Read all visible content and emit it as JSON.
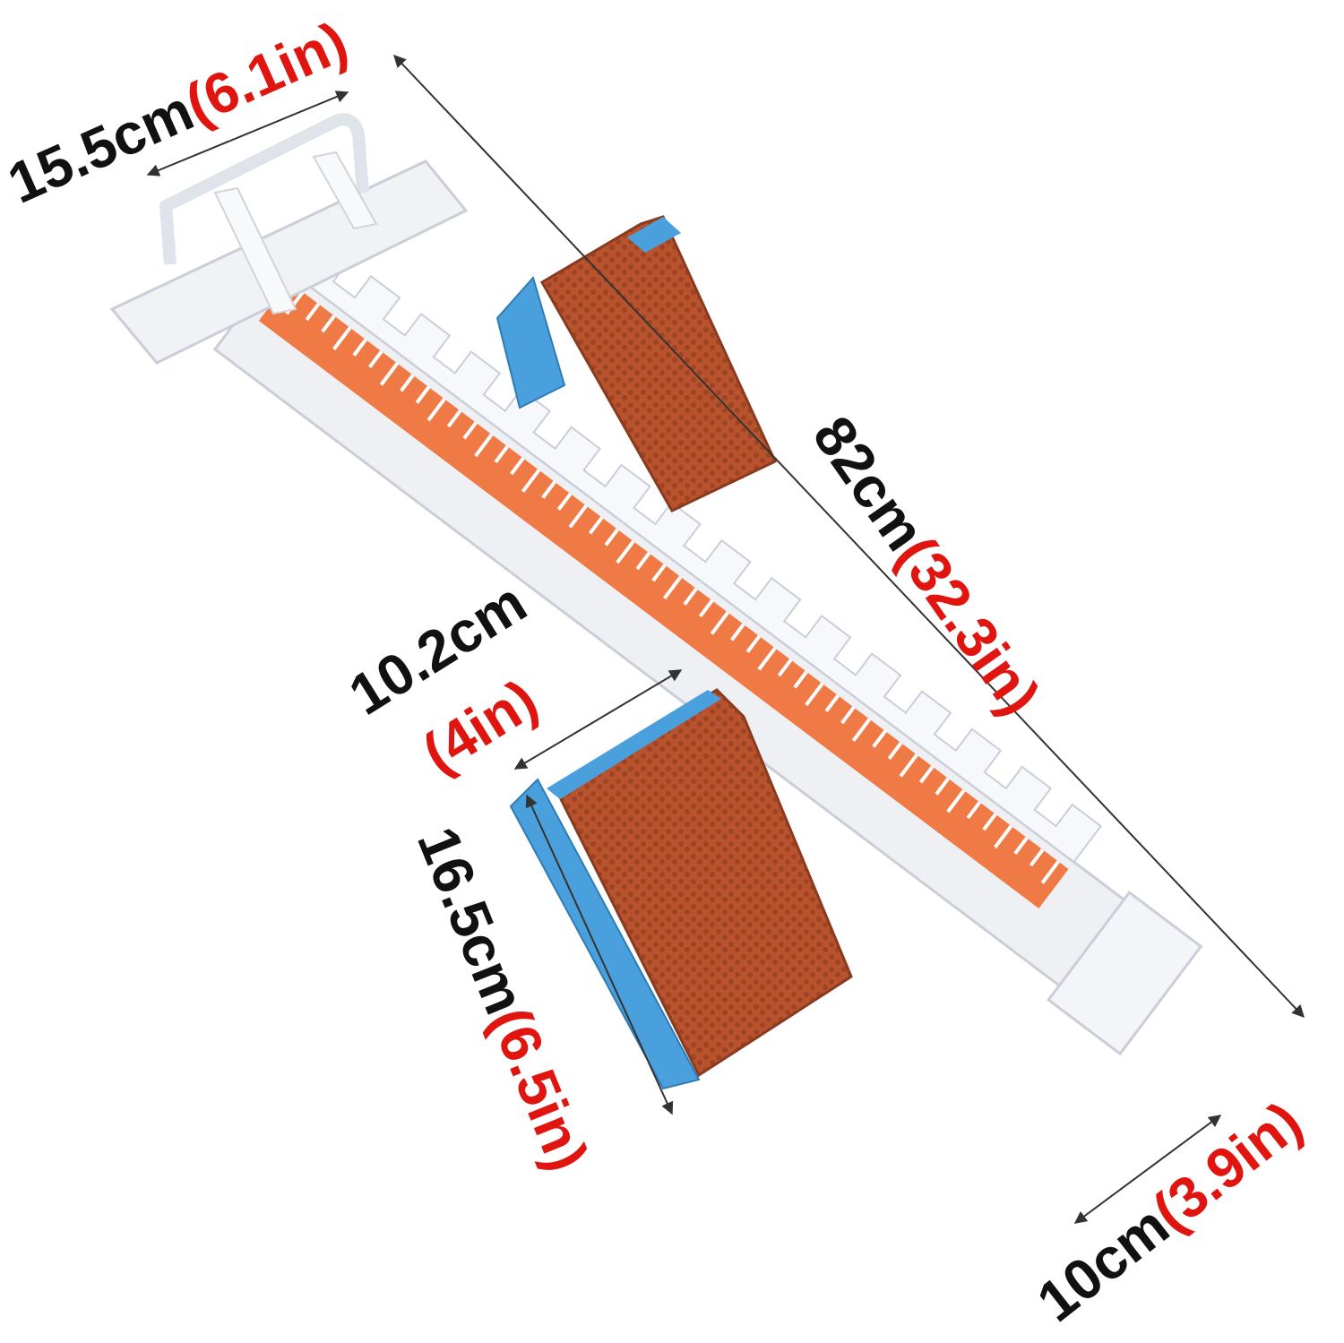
{
  "colors": {
    "frame": "#eef0f4",
    "frame_edge": "#c9ced8",
    "pedal_blue": "#4aa0dc",
    "pad_brown": "#b8532e",
    "scale_orange": "#f07a45",
    "dim_black": "#111111",
    "dim_red": "#e0150f"
  },
  "dimensions": {
    "length": {
      "metric": "82cm",
      "imperial": "(32.3in)"
    },
    "handle_width": {
      "metric": "15.5cm",
      "imperial": "(6.1in)"
    },
    "block_width": {
      "metric": "10.2cm",
      "imperial": "(4in)"
    },
    "block_length": {
      "metric": "16.5cm",
      "imperial": "(6.5in)"
    },
    "base_width": {
      "metric": "10cm",
      "imperial": "(3.9in)"
    }
  },
  "icons": [
    "arrow-head-icon"
  ]
}
